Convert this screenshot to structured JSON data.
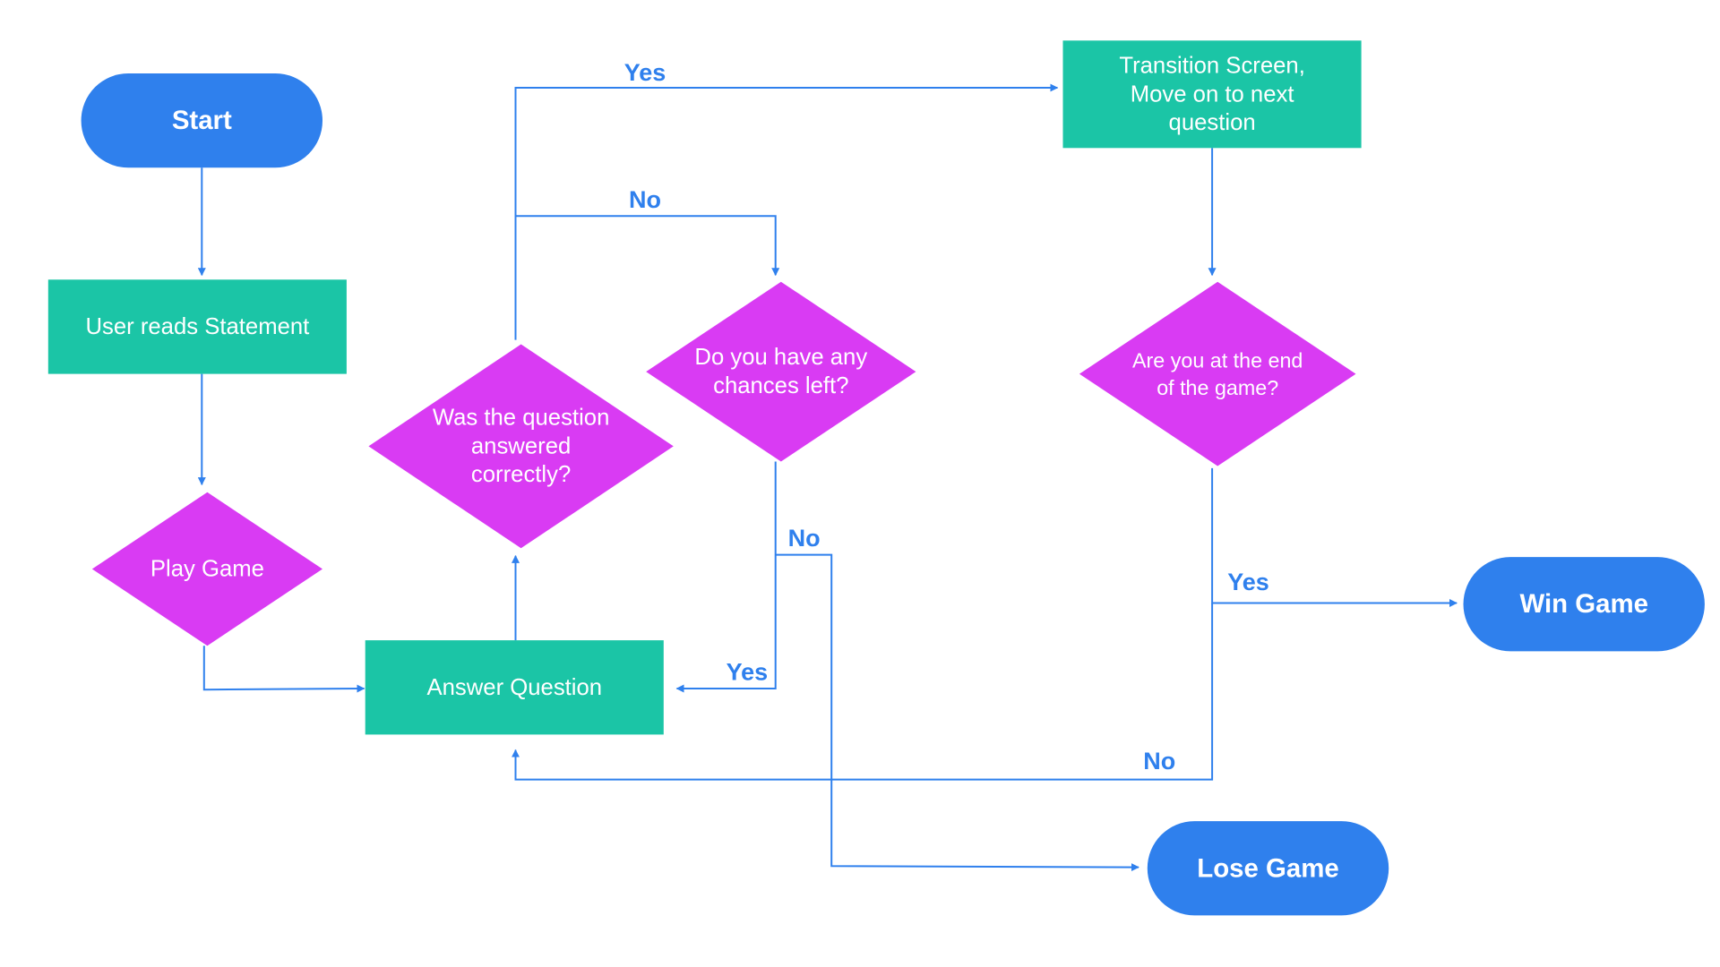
{
  "colors": {
    "terminal": "#2F80ED",
    "process": "#1BC5A6",
    "decision": "#D93BF3",
    "connector": "#2F80ED",
    "label": "#2F80ED",
    "node_text": "#FFFFFF",
    "background": "#FFFFFF"
  },
  "nodes": {
    "start": {
      "shape": "terminal",
      "lines": [
        "Start"
      ]
    },
    "user_reads": {
      "shape": "process",
      "lines": [
        "User reads Statement"
      ]
    },
    "play_game": {
      "shape": "decision",
      "lines": [
        "Play Game"
      ]
    },
    "answer_question": {
      "shape": "process",
      "lines": [
        "Answer Question"
      ]
    },
    "was_correct": {
      "shape": "decision",
      "lines": [
        "Was the question",
        "answered",
        "correctly?"
      ]
    },
    "chances_left": {
      "shape": "decision",
      "lines": [
        "Do you have any",
        "chances left?"
      ]
    },
    "transition": {
      "shape": "process",
      "lines": [
        "Transition Screen,",
        "Move on to next",
        "question"
      ]
    },
    "end_of_game": {
      "shape": "decision",
      "lines": [
        "Are you at the end",
        "of the game?"
      ]
    },
    "win_game": {
      "shape": "terminal",
      "lines": [
        "Win Game"
      ]
    },
    "lose_game": {
      "shape": "terminal",
      "lines": [
        "Lose Game"
      ]
    }
  },
  "edges": [
    {
      "id": "start-to-reads",
      "from": "start",
      "to": "user_reads",
      "label": ""
    },
    {
      "id": "reads-to-play",
      "from": "user_reads",
      "to": "play_game",
      "label": ""
    },
    {
      "id": "play-to-answer",
      "from": "play_game",
      "to": "answer_question",
      "label": ""
    },
    {
      "id": "answer-to-correct",
      "from": "answer_question",
      "to": "was_correct",
      "label": ""
    },
    {
      "id": "correct-yes-to-transition",
      "from": "was_correct",
      "to": "transition",
      "label": "Yes"
    },
    {
      "id": "correct-no-to-chances",
      "from": "was_correct",
      "to": "chances_left",
      "label": "No"
    },
    {
      "id": "chances-yes-to-answer",
      "from": "chances_left",
      "to": "answer_question",
      "label": "Yes"
    },
    {
      "id": "chances-no-to-lose",
      "from": "chances_left",
      "to": "lose_game",
      "label": "No"
    },
    {
      "id": "transition-to-end",
      "from": "transition",
      "to": "end_of_game",
      "label": ""
    },
    {
      "id": "end-yes-to-win",
      "from": "end_of_game",
      "to": "win_game",
      "label": "Yes"
    },
    {
      "id": "end-no-to-answer",
      "from": "end_of_game",
      "to": "answer_question",
      "label": "No"
    }
  ]
}
